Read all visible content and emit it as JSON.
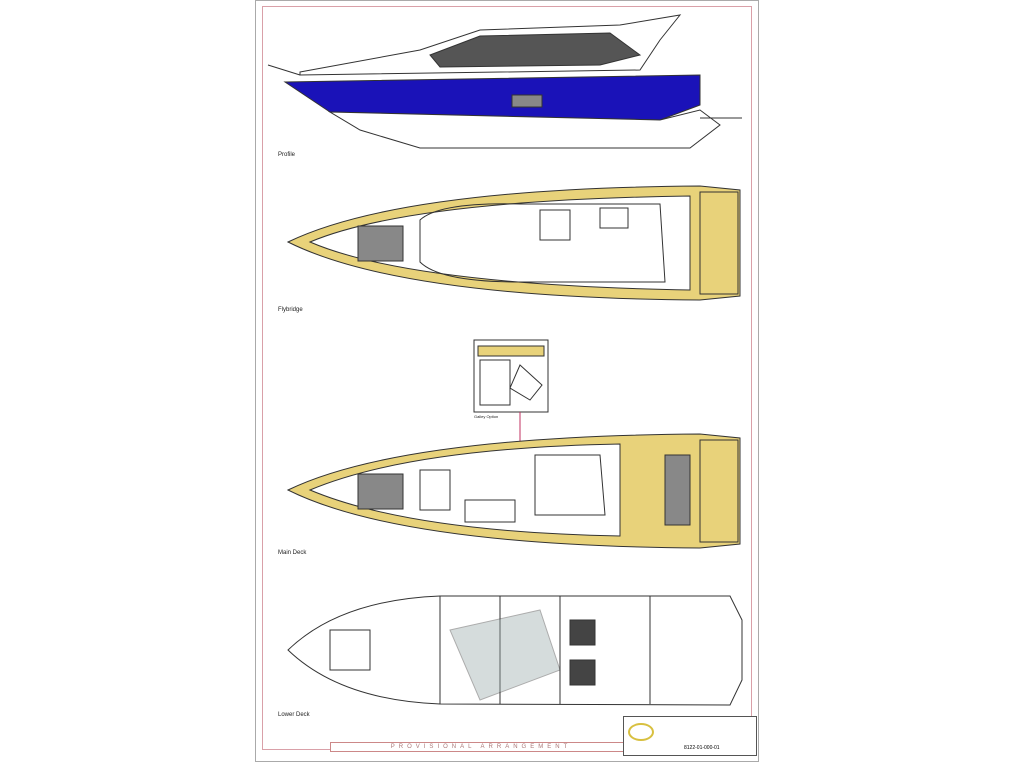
{
  "drawing": {
    "views": {
      "profile": "Profile",
      "flybridge": "Flybridge",
      "galley_option": "Galley Option",
      "main_deck": "Main Deck",
      "lower_deck": "Lower Deck"
    },
    "banner": "PROVISIONAL ARRANGEMENT",
    "title_block": {
      "drawing_number": "8122-01-000-01"
    },
    "colors": {
      "hull": "#1a12b8",
      "deck_teak": "#e8d27a",
      "line": "#333333"
    }
  }
}
